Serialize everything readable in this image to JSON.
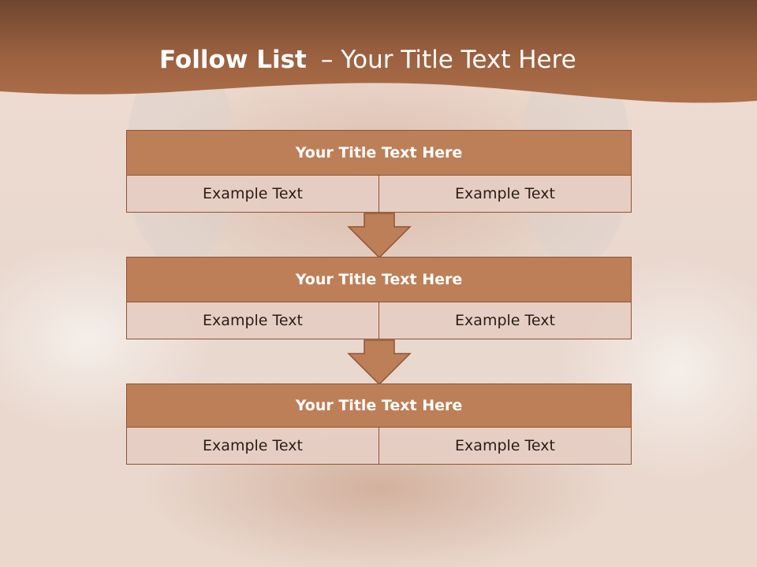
{
  "colors": {
    "header_top": "#6e4630",
    "header_main": "#a7673f",
    "block_title_fill": "#bd7f58",
    "block_border": "#8e5534",
    "cell_fill": "#e6cdc4",
    "arrow_fill": "#bd7f58"
  },
  "header": {
    "title_bold": "Follow List",
    "title_separator": "–",
    "title_rest": "Your Title Text Here"
  },
  "blocks": [
    {
      "title": "Your Title Text Here",
      "left": "Example Text",
      "right": "Example Text"
    },
    {
      "title": "Your Title Text Here",
      "left": "Example Text",
      "right": "Example Text"
    },
    {
      "title": "Your Title Text Here",
      "left": "Example Text",
      "right": "Example Text"
    }
  ]
}
